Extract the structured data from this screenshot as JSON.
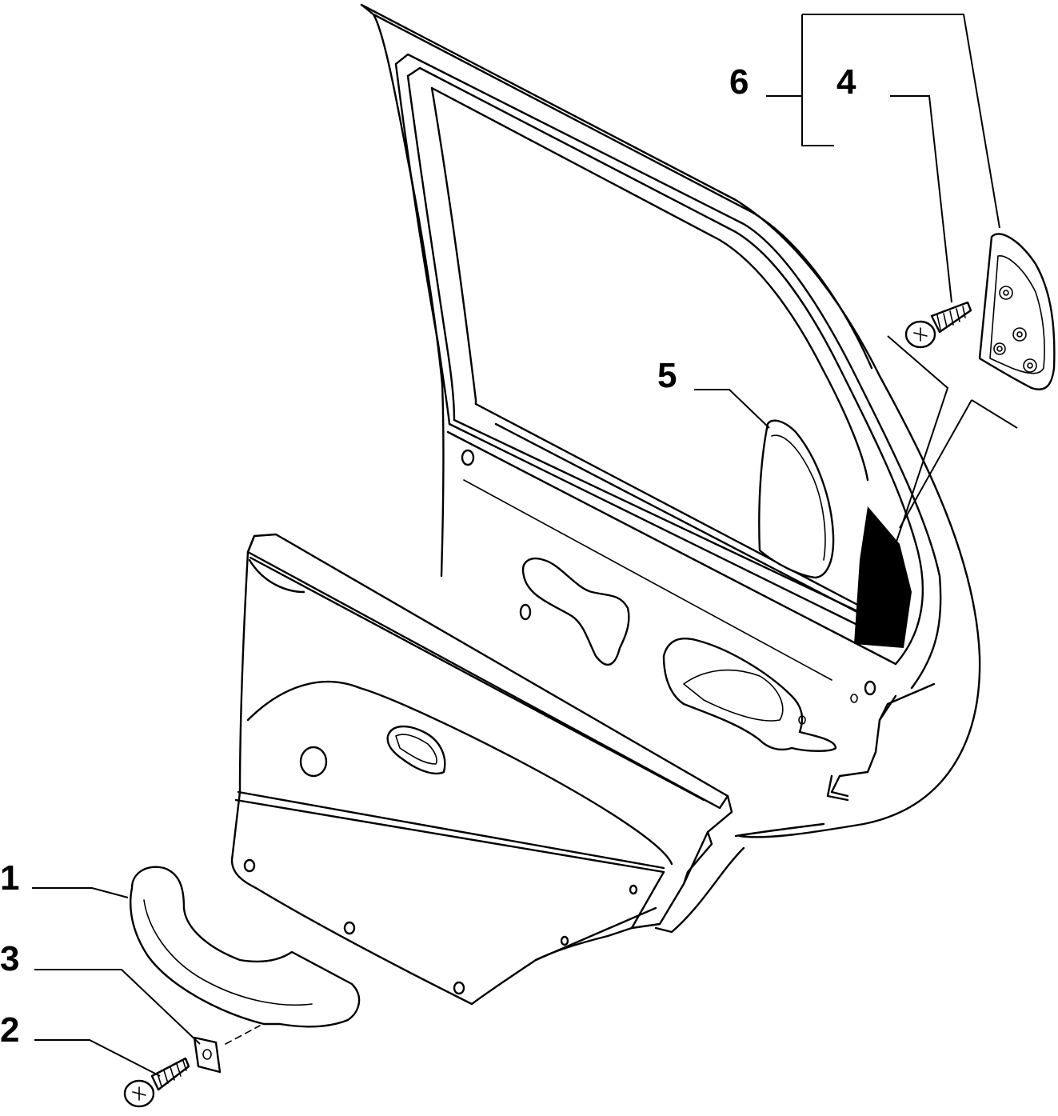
{
  "diagram": {
    "callouts": [
      {
        "id": "1",
        "label": "1"
      },
      {
        "id": "2",
        "label": "2"
      },
      {
        "id": "3",
        "label": "3"
      },
      {
        "id": "4",
        "label": "4"
      },
      {
        "id": "5",
        "label": "5"
      },
      {
        "id": "6",
        "label": "6"
      }
    ],
    "parts": {
      "door": "rear-door-panel",
      "handle": "grab-handle",
      "screw_bottom": "screw",
      "plate": "square-plate",
      "screw_top": "screw",
      "trim_window": "window-corner-trim",
      "trim_triangle": "triangular-corner-trim"
    }
  }
}
